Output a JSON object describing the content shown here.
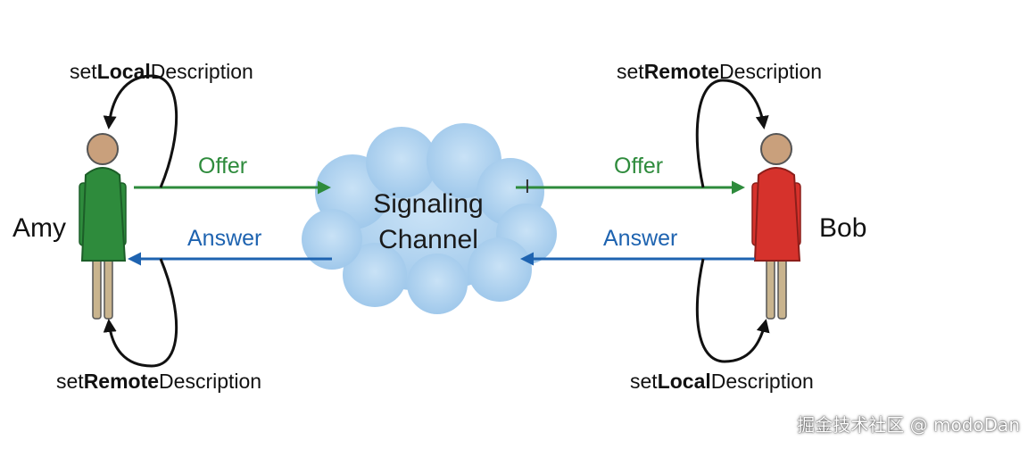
{
  "people": {
    "left": {
      "name": "Amy",
      "body_color": "#2e8b3c"
    },
    "right": {
      "name": "Bob",
      "body_color": "#d6322c"
    }
  },
  "channel": {
    "line1": "Signaling",
    "line2": "Channel",
    "color": "#a9cfee"
  },
  "messages": {
    "offer": "Offer",
    "answer": "Answer",
    "offer_color": "#2e8b3c",
    "answer_color": "#1e63b0"
  },
  "calls": {
    "left_top": {
      "prefix": "set",
      "bold": "Local",
      "suffix": "Description"
    },
    "left_bottom": {
      "prefix": "set",
      "bold": "Remote",
      "suffix": "Description"
    },
    "right_top": {
      "prefix": "set",
      "bold": "Remote",
      "suffix": "Description"
    },
    "right_bottom": {
      "prefix": "set",
      "bold": "Local",
      "suffix": "Description"
    }
  },
  "watermark": "掘金技术社区 @ modoDan"
}
